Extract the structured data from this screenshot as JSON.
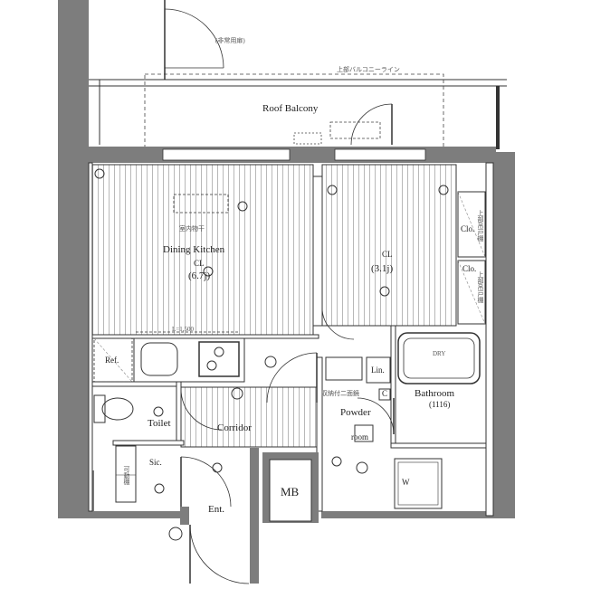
{
  "rooms": {
    "roof_balcony": "Roof Balcony",
    "dining_kitchen": "Dining Kitchen",
    "dk_closet": "CL",
    "dk_size": "(6.7j)",
    "bedroom_closet": "CL",
    "bedroom_size": "(3.1j)",
    "clo1": "Clo.",
    "clo2": "Clo.",
    "ref": "Ref.",
    "lin": "Lin.",
    "bathroom": "Bathroom",
    "bathroom_size": "(1116)",
    "toilet": "Toilet",
    "corridor": "Corridor",
    "powder": "Powder",
    "powder2": "room",
    "sic": "Sic.",
    "mb": "MB",
    "ent": "Ent.",
    "wm": "W",
    "cl_small": "C"
  },
  "notes": {
    "upper_balcony_line": "上部バルコニーライン",
    "l_dim": "L=1,500",
    "indoor_dryer": "室内物干",
    "storage": "収納付二面鏡",
    "upper_ceiling1": "上部吊戸棚",
    "upper_ceiling2": "上部吊戸棚",
    "movable_shelf": "可動棚",
    "dry": "DRY",
    "emergency": "(非常用扉)"
  }
}
